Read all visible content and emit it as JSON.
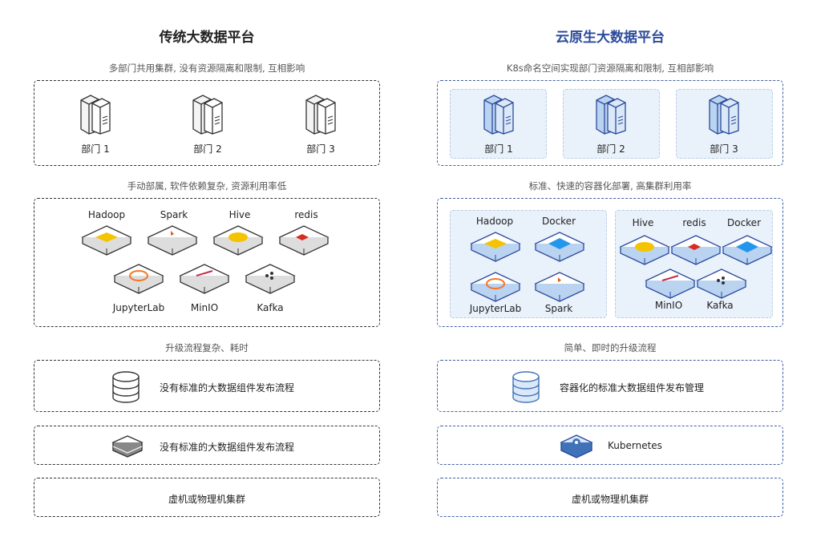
{
  "left": {
    "title": "传统大数据平台",
    "title_color": "#333333",
    "caption1": "多部门共用集群, 没有资源隔离和限制, 互相影响",
    "departments": [
      "部门 1",
      "部门 2",
      "部门 3"
    ],
    "caption2": "手动部属, 软件依赖复杂, 资源利用率低",
    "components_row1": [
      "Hadoop",
      "Spark",
      "Hive",
      "redis"
    ],
    "components_row2": [
      "JupyterLab",
      "MinIO",
      "Kafka"
    ],
    "caption3": "升级流程复杂、耗时",
    "layer1": "没有标准的大数据组件发布流程",
    "layer2": "没有标准的大数据组件发布流程",
    "layer3": "虚机或物理机集群"
  },
  "right": {
    "title": "云原生大数据平台",
    "title_color": "#2b4a9c",
    "caption1": "K8s命名空间实现部门资源隔离和限制, 互相部影响",
    "departments": [
      "部门 1",
      "部门 2",
      "部门 3"
    ],
    "caption2": "标准、快速的容器化部署, 高集群利用率",
    "panel_a_top": [
      "Hadoop",
      "Docker"
    ],
    "panel_a_bottom": [
      "JupyterLab",
      "Spark"
    ],
    "panel_b_top": [
      "Hive",
      "redis",
      "Docker"
    ],
    "panel_b_bottom": [
      "MinIO",
      "Kafka"
    ],
    "caption3": "简单、即时的升级流程",
    "layer1": "容器化的标准大数据组件发布管理",
    "layer2": "Kubernetes",
    "layer3": "虚机或物理机集群"
  },
  "icons": {
    "server": "server-icon",
    "tile": "software-tile-icon",
    "database": "database-icon",
    "stack": "layers-icon",
    "k8s": "kubernetes-icon"
  },
  "colors": {
    "blue_accent": "#3f5fa6",
    "blue_fill": "#e9f1fa",
    "dark": "#333333"
  }
}
